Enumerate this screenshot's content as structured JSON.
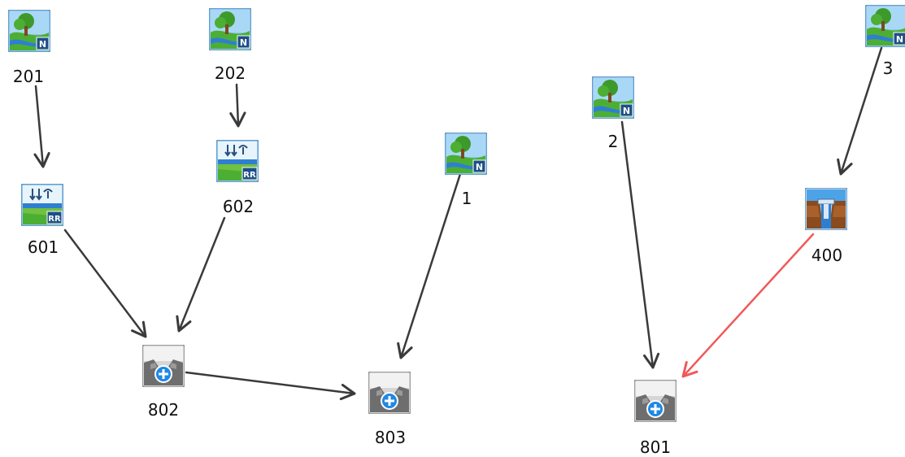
{
  "nodes": [
    {
      "id": "201",
      "label": "201",
      "icon": "catchment-icon",
      "badge": "N"
    },
    {
      "id": "202",
      "label": "202",
      "icon": "catchment-icon",
      "badge": "N"
    },
    {
      "id": "601",
      "label": "601",
      "icon": "runoff-routing-icon",
      "badge": "RR"
    },
    {
      "id": "602",
      "label": "602",
      "icon": "runoff-routing-icon",
      "badge": "RR"
    },
    {
      "id": "1",
      "label": "1",
      "icon": "catchment-icon",
      "badge": "N"
    },
    {
      "id": "2",
      "label": "2",
      "icon": "catchment-icon",
      "badge": "N"
    },
    {
      "id": "3",
      "label": "3",
      "icon": "catchment-icon",
      "badge": "N"
    },
    {
      "id": "400",
      "label": "400",
      "icon": "reservoir-icon",
      "badge": ""
    },
    {
      "id": "802",
      "label": "802",
      "icon": "junction-icon",
      "badge": ""
    },
    {
      "id": "803",
      "label": "803",
      "icon": "junction-icon",
      "badge": ""
    },
    {
      "id": "801",
      "label": "801",
      "icon": "junction-icon",
      "badge": ""
    }
  ],
  "edges": [
    {
      "from": "201",
      "to": "601",
      "color": "#3a3a3a"
    },
    {
      "from": "202",
      "to": "602",
      "color": "#3a3a3a"
    },
    {
      "from": "601",
      "to": "802",
      "color": "#3a3a3a"
    },
    {
      "from": "602",
      "to": "802",
      "color": "#3a3a3a"
    },
    {
      "from": "802",
      "to": "803",
      "color": "#3a3a3a"
    },
    {
      "from": "1",
      "to": "803",
      "color": "#3a3a3a"
    },
    {
      "from": "2",
      "to": "801",
      "color": "#3a3a3a"
    },
    {
      "from": "3",
      "to": "400",
      "color": "#3a3a3a"
    },
    {
      "from": "400",
      "to": "801",
      "color": "#f05a5a"
    }
  ],
  "colors": {
    "edge": "#3a3a3a",
    "highlight_edge": "#f05a5a",
    "sky": "#4da3e8",
    "grass": "#5cb83c",
    "badge": "#1e4f86"
  }
}
